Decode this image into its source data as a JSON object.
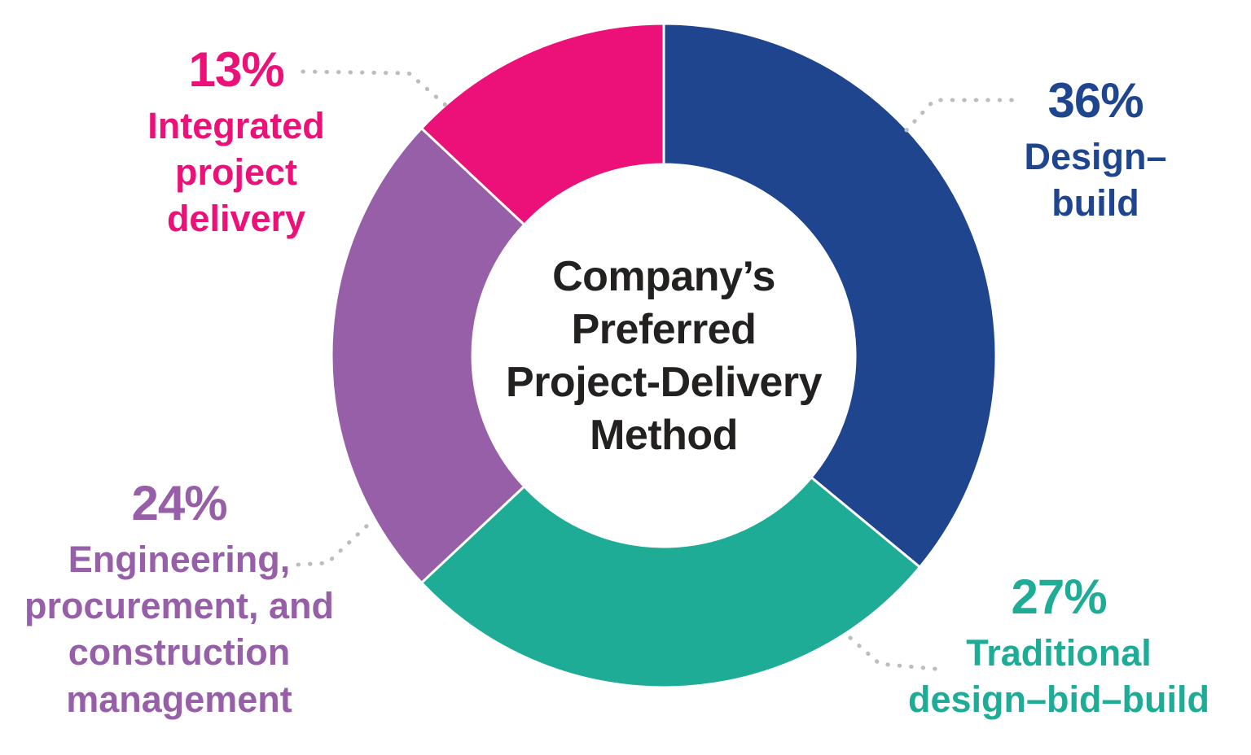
{
  "title": {
    "text": "Company’s Preferred Project-Delivery Method",
    "lines": [
      "Company’s",
      "Preferred",
      "Project-Delivery",
      "Method"
    ],
    "color": "#232020"
  },
  "callouts": {
    "db": {
      "seg": 0,
      "pct": "36%",
      "lines": [
        "Design–",
        "build"
      ]
    },
    "trad": {
      "seg": 1,
      "pct": "27%",
      "lines": [
        "Traditional",
        "design–bid–build"
      ]
    },
    "epcm": {
      "seg": 2,
      "pct": "24%",
      "lines": [
        "Engineering,",
        "procurement, and",
        "construction",
        "management"
      ]
    },
    "ipd": {
      "seg": 3,
      "pct": "13%",
      "lines": [
        "Integrated",
        "project",
        "delivery"
      ]
    }
  },
  "style": {
    "background": "#FFFFFF",
    "separator_color": "#FFFFFF",
    "leader_dot_color": "#BDBDBD",
    "title_color": "#232020"
  },
  "chart_data": {
    "type": "pie",
    "subtype": "donut",
    "title": "Company’s Preferred Project-Delivery Method",
    "unit": "%",
    "start_angle_deg": 0,
    "direction": "clockwise",
    "inner_radius_ratio": 0.58,
    "legend_position": "external-callouts-with-dotted-leader-lines",
    "segments": [
      {
        "label": "Design–build",
        "value": 36,
        "pct_label": "36%",
        "color": "#1F458F"
      },
      {
        "label": "Traditional design–bid–build",
        "value": 27,
        "pct_label": "27%",
        "color": "#1EAC96"
      },
      {
        "label": "Engineering, procurement, and construction management",
        "value": 24,
        "pct_label": "24%",
        "color": "#965FA8"
      },
      {
        "label": "Integrated project delivery",
        "value": 13,
        "pct_label": "13%",
        "color": "#EB1178"
      }
    ]
  }
}
